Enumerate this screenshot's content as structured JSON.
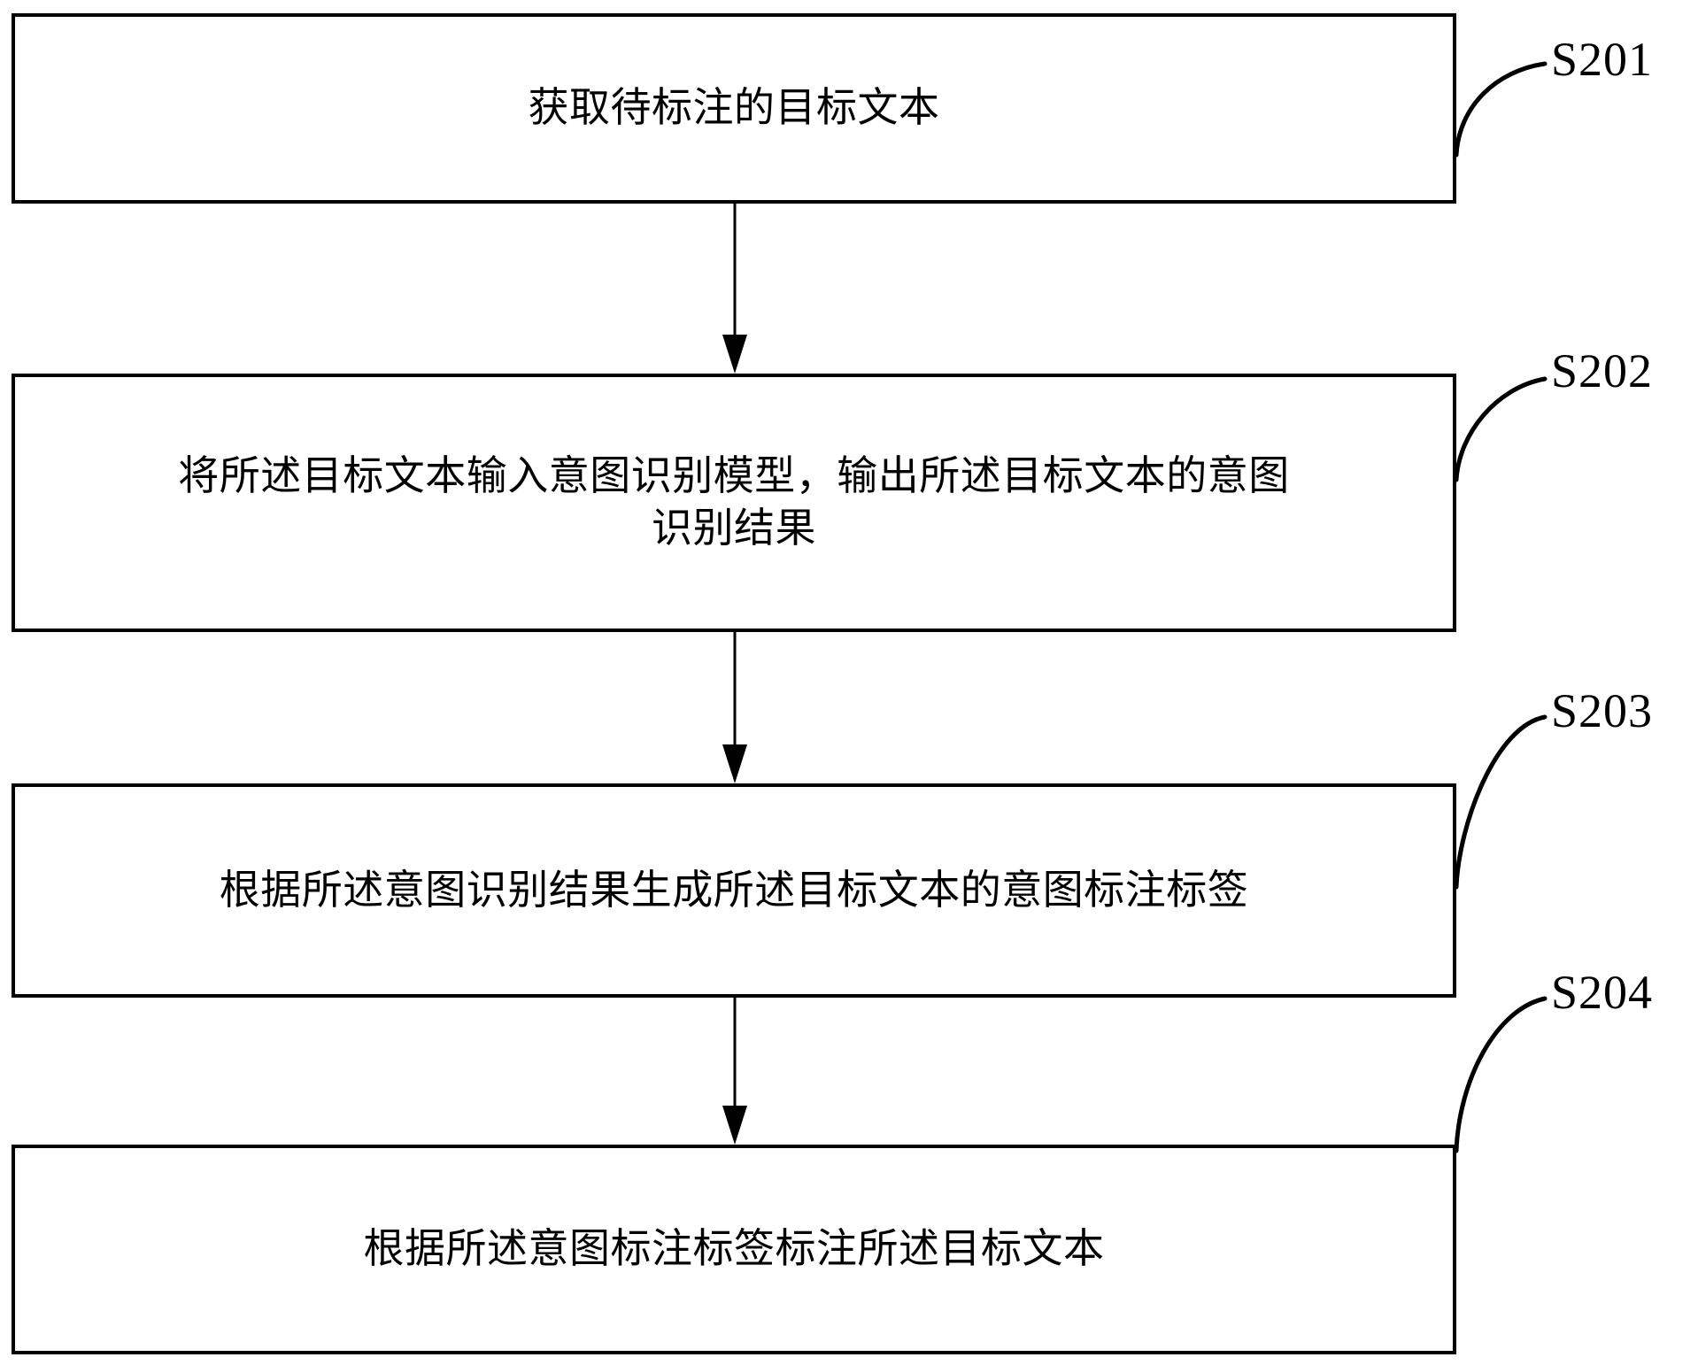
{
  "diagram": {
    "type": "flowchart",
    "orientation": "vertical",
    "language": "zh-CN",
    "colors": {
      "stroke": "#000000",
      "fill": "#ffffff",
      "text": "#000000"
    },
    "steps": [
      {
        "id": "S201",
        "label": "S201",
        "text": "获取待标注的目标文本"
      },
      {
        "id": "S202",
        "label": "S202",
        "text": "将所述目标文本输入意图识别模型，输出所述目标文本的意图\n识别结果"
      },
      {
        "id": "S203",
        "label": "S203",
        "text": "根据所述意图识别结果生成所述目标文本的意图标注标签"
      },
      {
        "id": "S204",
        "label": "S204",
        "text": "根据所述意图标注标签标注所述目标文本"
      }
    ],
    "connectors": [
      {
        "from": "S201",
        "to": "S202",
        "style": "arrow-down"
      },
      {
        "from": "S202",
        "to": "S203",
        "style": "arrow-down"
      },
      {
        "from": "S203",
        "to": "S204",
        "style": "arrow-down"
      }
    ]
  }
}
